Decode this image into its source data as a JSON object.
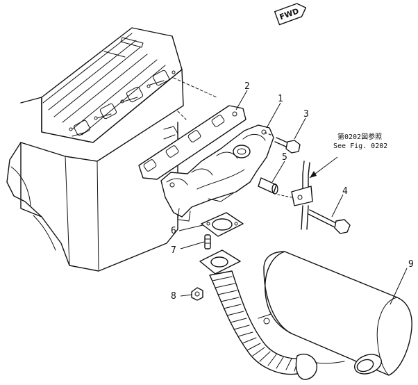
{
  "direction_label": "FWD",
  "reference_note": {
    "line1": "第0202図参照",
    "line2": "See Fig. 0202"
  },
  "callouts": [
    "1",
    "2",
    "3",
    "4",
    "5",
    "6",
    "7",
    "8",
    "9"
  ],
  "parts": [
    {
      "callout": "1",
      "part": "exhaust-manifold"
    },
    {
      "callout": "2",
      "part": "manifold-gasket"
    },
    {
      "callout": "3",
      "part": "bolt"
    },
    {
      "callout": "4",
      "part": "bolt"
    },
    {
      "callout": "5",
      "part": "spacer"
    },
    {
      "callout": "6",
      "part": "flange-gasket"
    },
    {
      "callout": "7",
      "part": "stud"
    },
    {
      "callout": "8",
      "part": "nut"
    },
    {
      "callout": "9",
      "part": "muffler"
    }
  ]
}
